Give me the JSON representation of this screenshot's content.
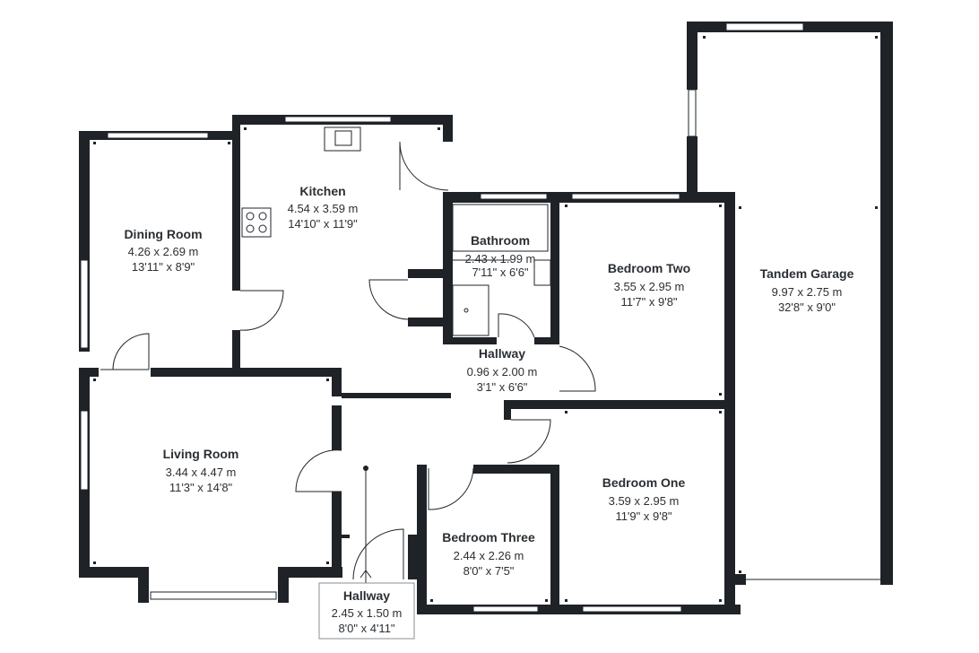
{
  "rooms": {
    "dining_room": {
      "name": "Dining Room",
      "metric": "4.26 x 2.69 m",
      "imperial": "13'11\" x 8'9\""
    },
    "kitchen": {
      "name": "Kitchen",
      "metric": "4.54 x 3.59 m",
      "imperial": "14'10\" x 11'9\""
    },
    "bathroom": {
      "name": "Bathroom",
      "metric": "2.43 x 1.99 m",
      "imperial": "7'11\" x 6'6\""
    },
    "bedroom_two": {
      "name": "Bedroom Two",
      "metric": "3.55 x 2.95 m",
      "imperial": "11'7\" x 9'8\""
    },
    "tandem_garage": {
      "name": "Tandem Garage",
      "metric": "9.97 x 2.75 m",
      "imperial": "32'8\" x 9'0\""
    },
    "inner_hallway": {
      "name": "Hallway",
      "metric": "0.96 x 2.00 m",
      "imperial": "3'1\" x 6'6\""
    },
    "living_room": {
      "name": "Living Room",
      "metric": "3.44 x 4.47 m",
      "imperial": "11'3\" x 14'8\""
    },
    "bedroom_one": {
      "name": "Bedroom One",
      "metric": "3.59 x 2.95 m",
      "imperial": "11'9\" x 9'8\""
    },
    "bedroom_three": {
      "name": "Bedroom Three",
      "metric": "2.44 x 2.26 m",
      "imperial": "8'0\" x 7'5\""
    },
    "entrance_hallway": {
      "name": "Hallway",
      "metric": "2.45 x 1.50 m",
      "imperial": "8'0\" x 4'11\""
    }
  },
  "colors": {
    "wall": "#1f2328",
    "text": "#2b2f33",
    "background": "#ffffff"
  }
}
